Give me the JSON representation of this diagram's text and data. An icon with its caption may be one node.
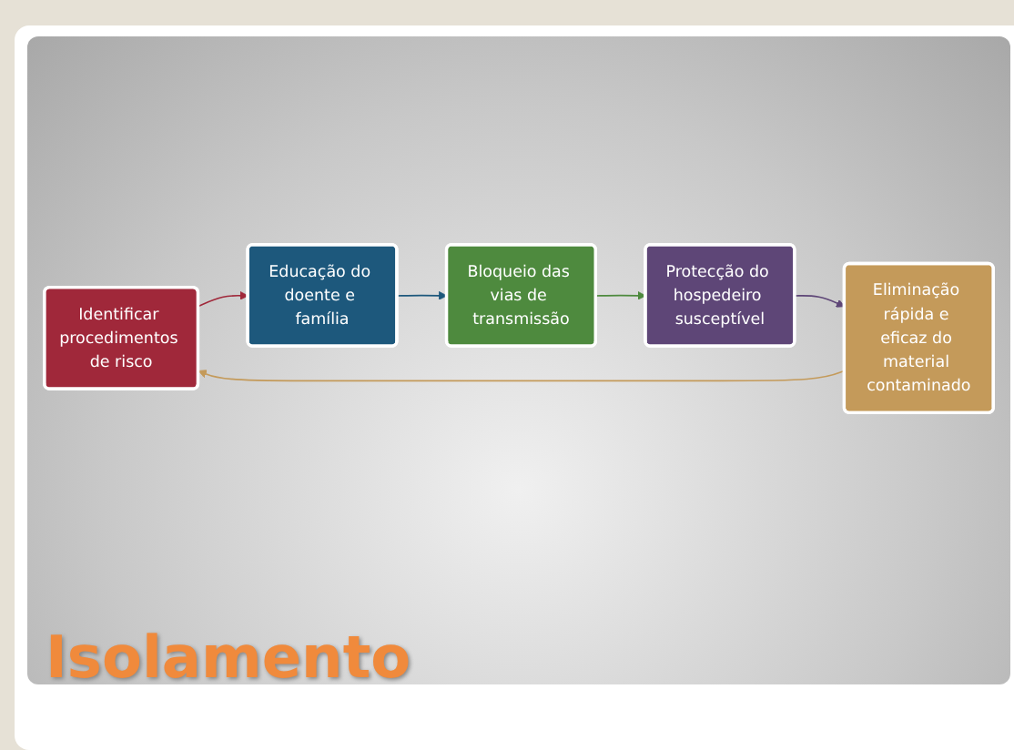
{
  "diagram": {
    "title": "Isolamento",
    "nodes": [
      {
        "text": [
          "Identificar procedimentos de risco"
        ]
      },
      {
        "text": [
          "Educação do doente e família"
        ]
      },
      {
        "text": [
          "Bloqueio das vias de transmissão"
        ]
      },
      {
        "text": [
          "Protecção do hospedeiro susceptível"
        ]
      },
      {
        "text": [
          "Eliminação rápida e eficaz do material contaminado"
        ]
      }
    ],
    "edges": [
      {
        "from": 0,
        "to": 1,
        "arrow": "to",
        "color": "#a0283a"
      },
      {
        "from": 1,
        "to": 2,
        "arrow": "to",
        "color": "#1d587c"
      },
      {
        "from": 2,
        "to": 3,
        "arrow": "to",
        "color": "#4e8a3e"
      },
      {
        "from": 3,
        "to": 4,
        "arrow": "to",
        "color": "#5e4677"
      },
      {
        "from": 4,
        "to": 0,
        "arrow": "to",
        "color": "#c49a5a"
      }
    ]
  }
}
